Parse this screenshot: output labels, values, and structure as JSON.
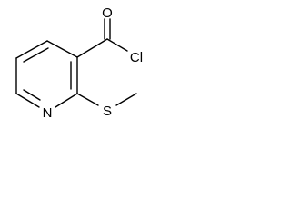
{
  "molecule": {
    "atoms": {
      "oxygen": "O",
      "chlorine": "Cl",
      "nitrogen": "N",
      "sulfur": "S"
    }
  },
  "colors": {
    "bond": "#000000",
    "label": "#000000",
    "background": "#ffffff"
  }
}
